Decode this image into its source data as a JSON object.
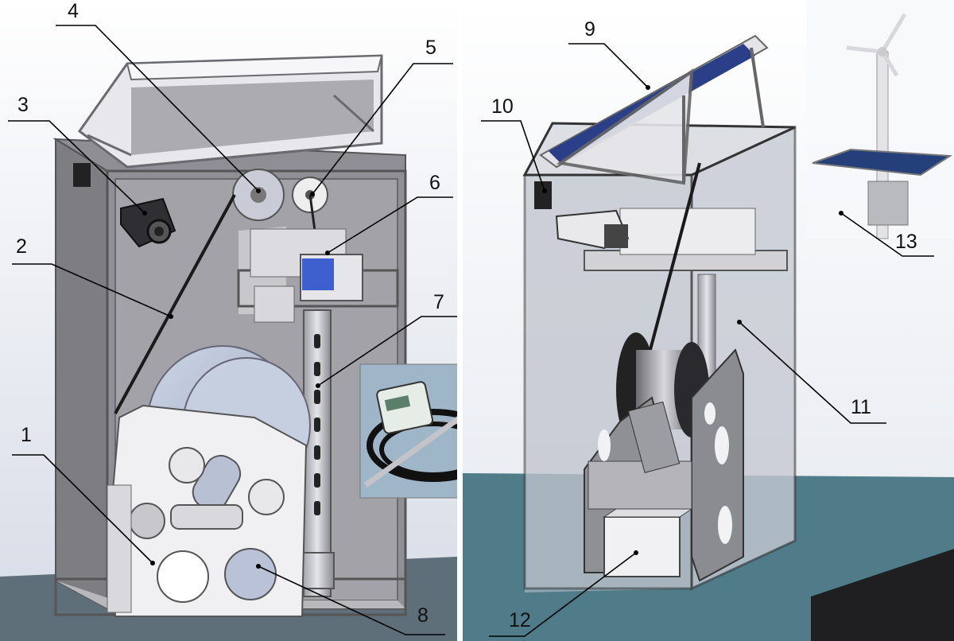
{
  "callouts": {
    "c1": "1",
    "c2": "2",
    "c3": "3",
    "c4": "4",
    "c5": "5",
    "c6": "6",
    "c7": "7",
    "c8": "8",
    "c9": "9",
    "c10": "10",
    "c11": "11",
    "c12": "12",
    "c13": "13"
  },
  "colors": {
    "background_left": "#e6eaf2",
    "background_right": "#eef1f6",
    "floor": "#5c8794",
    "floor_edge": "#86c8d4",
    "cabinet_frame": "#6e6e72",
    "cabinet_inner": "#8b8b90",
    "panel_white": "#f2f2f4",
    "drum_blue": "#b8c3d8",
    "solar_blue": "#22357a",
    "leader_line": "#000000"
  },
  "icons": {
    "camera": "camera-icon",
    "winch": "winch-icon",
    "pulley": "pulley-icon",
    "sensor_box": "sensor-box-icon",
    "probe": "probe-icon",
    "solar_panel": "solar-panel-icon",
    "wind_turbine": "wind-turbine-icon",
    "battery": "battery-icon",
    "cable": "cable-icon"
  }
}
